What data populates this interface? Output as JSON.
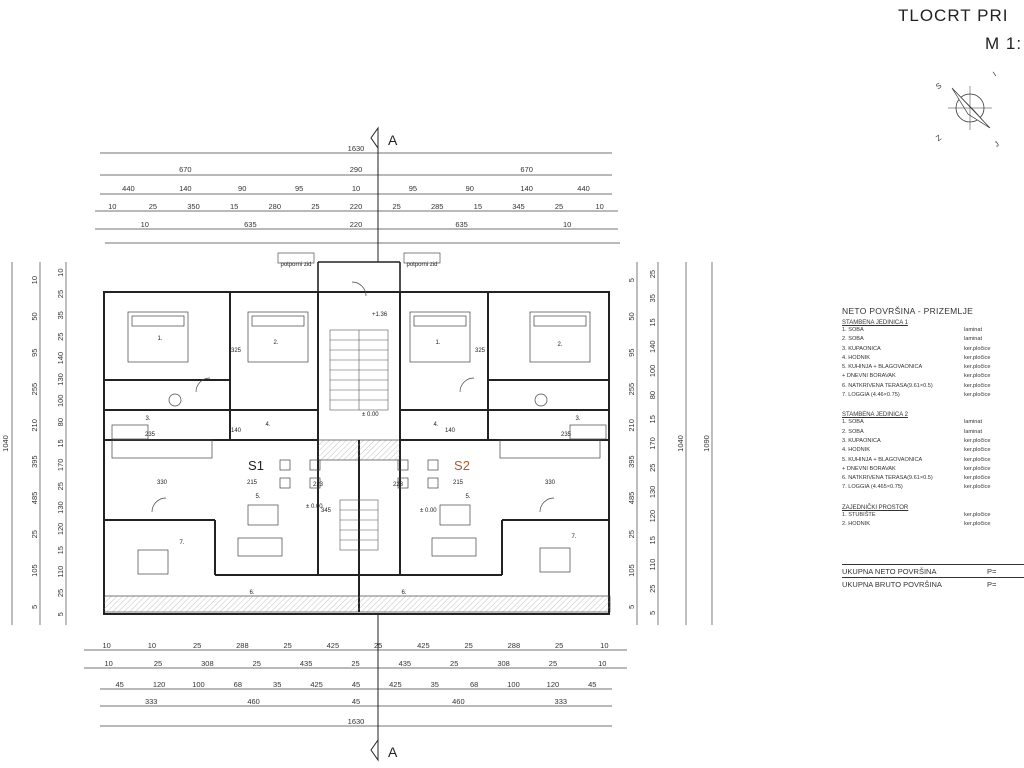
{
  "sheet": {
    "title": "TLOCRT PRI",
    "scale": "M 1:"
  },
  "compass": {
    "letters": [
      "S",
      "I",
      "J",
      "Z"
    ]
  },
  "section_marks": {
    "top": "A",
    "bottom": "A"
  },
  "dimensions": {
    "top_total": "1630",
    "top_row2": [
      "670",
      "290",
      "670"
    ],
    "top_row3": [
      "440",
      "140",
      "90",
      "95",
      "10",
      "95",
      "90",
      "140",
      "440"
    ],
    "top_row4": [
      "10",
      "25",
      "350",
      "15",
      "280",
      "25",
      "220",
      "25",
      "285",
      "15",
      "345",
      "25",
      "10"
    ],
    "top_row5": [
      "10",
      "635",
      "220",
      "635",
      "10"
    ],
    "bottom_row1": [
      "10",
      "10",
      "25",
      "288",
      "25",
      "425",
      "25",
      "425",
      "25",
      "288",
      "25",
      "10"
    ],
    "bottom_row2": [
      "10",
      "25",
      "308",
      "25",
      "435",
      "25",
      "435",
      "25",
      "308",
      "25",
      "10"
    ],
    "bottom_row3": [
      "45",
      "120",
      "100",
      "68",
      "35",
      "425",
      "45",
      "425",
      "35",
      "68",
      "100",
      "120",
      "45"
    ],
    "bottom_row4": [
      "333",
      "460",
      "45",
      "460",
      "333"
    ],
    "bottom_total": "1630",
    "left_outer": [
      "1040"
    ],
    "left_col2": [
      "10",
      "50",
      "95",
      "255",
      "210",
      "395",
      "485",
      "25",
      "105",
      "5"
    ],
    "left_col3": [
      "10",
      "25",
      "35",
      "25",
      "140",
      "130",
      "100",
      "80",
      "15",
      "170",
      "25",
      "130",
      "120",
      "15",
      "110",
      "25",
      "5"
    ],
    "right_col1": [
      "5",
      "50",
      "95",
      "255",
      "210",
      "395",
      "485",
      "25",
      "105",
      "5"
    ],
    "right_col2": [
      "25",
      "35",
      "15",
      "140",
      "100",
      "80",
      "15",
      "170",
      "25",
      "130",
      "120",
      "15",
      "110",
      "25",
      "5"
    ],
    "right_outer": [
      "1040",
      "1090"
    ]
  },
  "plan_labels": {
    "unit1": "S1",
    "unit2": "S2",
    "levels": [
      "+1.36",
      "± 0.00",
      "± 0.00",
      "± 0.00"
    ],
    "rooms": [
      "1.",
      "2.",
      "3.",
      "4.",
      "5.",
      "6.",
      "7.",
      "1.",
      "2.",
      "3.",
      "4.",
      "5.",
      "6.",
      "7."
    ],
    "misc": [
      "potporni zid",
      "potporni zid",
      "345",
      "325",
      "325",
      "140",
      "140",
      "235",
      "235",
      "223",
      "223",
      "215",
      "215",
      "330",
      "330"
    ]
  },
  "area_table": {
    "title": "NETO POVRŠINA - PRIZEMLJE",
    "groups": [
      {
        "heading": "STAMBENA JEDINICA 1",
        "rows": [
          {
            "name": "1. SOBA",
            "floor": "laminat"
          },
          {
            "name": "2. SOBA",
            "floor": "laminat"
          },
          {
            "name": "3. KUPAONICA",
            "floor": "ker.pločice"
          },
          {
            "name": "4. HODNIK",
            "floor": "ker.pločice"
          },
          {
            "name": "5. KUHINJA + BLAGOVAONICA",
            "floor": "ker.pločice"
          },
          {
            "name": "  + DNEVNI BORAVAK",
            "floor": "ker.pločice"
          },
          {
            "name": "6. NATKRIVENA TERASA(9.61×0.5)",
            "floor": "ker.pločice"
          },
          {
            "name": "7. LOGGIA        (4.46×0.75)",
            "floor": "ker.pločice"
          }
        ]
      },
      {
        "heading": "STAMBENA JEDINICA 2",
        "rows": [
          {
            "name": "1. SOBA",
            "floor": "laminat"
          },
          {
            "name": "2. SOBA",
            "floor": "laminat"
          },
          {
            "name": "3. KUPAONICA",
            "floor": "ker.pločice"
          },
          {
            "name": "4. HODNIK",
            "floor": "ker.pločice"
          },
          {
            "name": "5. KUHINJA + BLAGOVAONICA",
            "floor": "ker.pločice"
          },
          {
            "name": "  + DNEVNI BORAVAK",
            "floor": "ker.pločice"
          },
          {
            "name": "6. NATKRIVENA TERASA(9.61×0.5)",
            "floor": "ker.pločice"
          },
          {
            "name": "7. LOGGIA        (4.465×0.75)",
            "floor": "ker.pločice"
          }
        ]
      },
      {
        "heading": "ZAJEDNIČKI PROSTOR",
        "rows": [
          {
            "name": "1. STUBIŠTE",
            "floor": "ker.pločice"
          },
          {
            "name": "2. HODNIK",
            "floor": "ker.pločice"
          }
        ]
      }
    ],
    "totals": [
      {
        "label": "UKUPNA NETO POVRŠINA",
        "value": "P="
      },
      {
        "label": "UKUPNA BRUTO POVRŠINA",
        "value": "P="
      }
    ]
  }
}
